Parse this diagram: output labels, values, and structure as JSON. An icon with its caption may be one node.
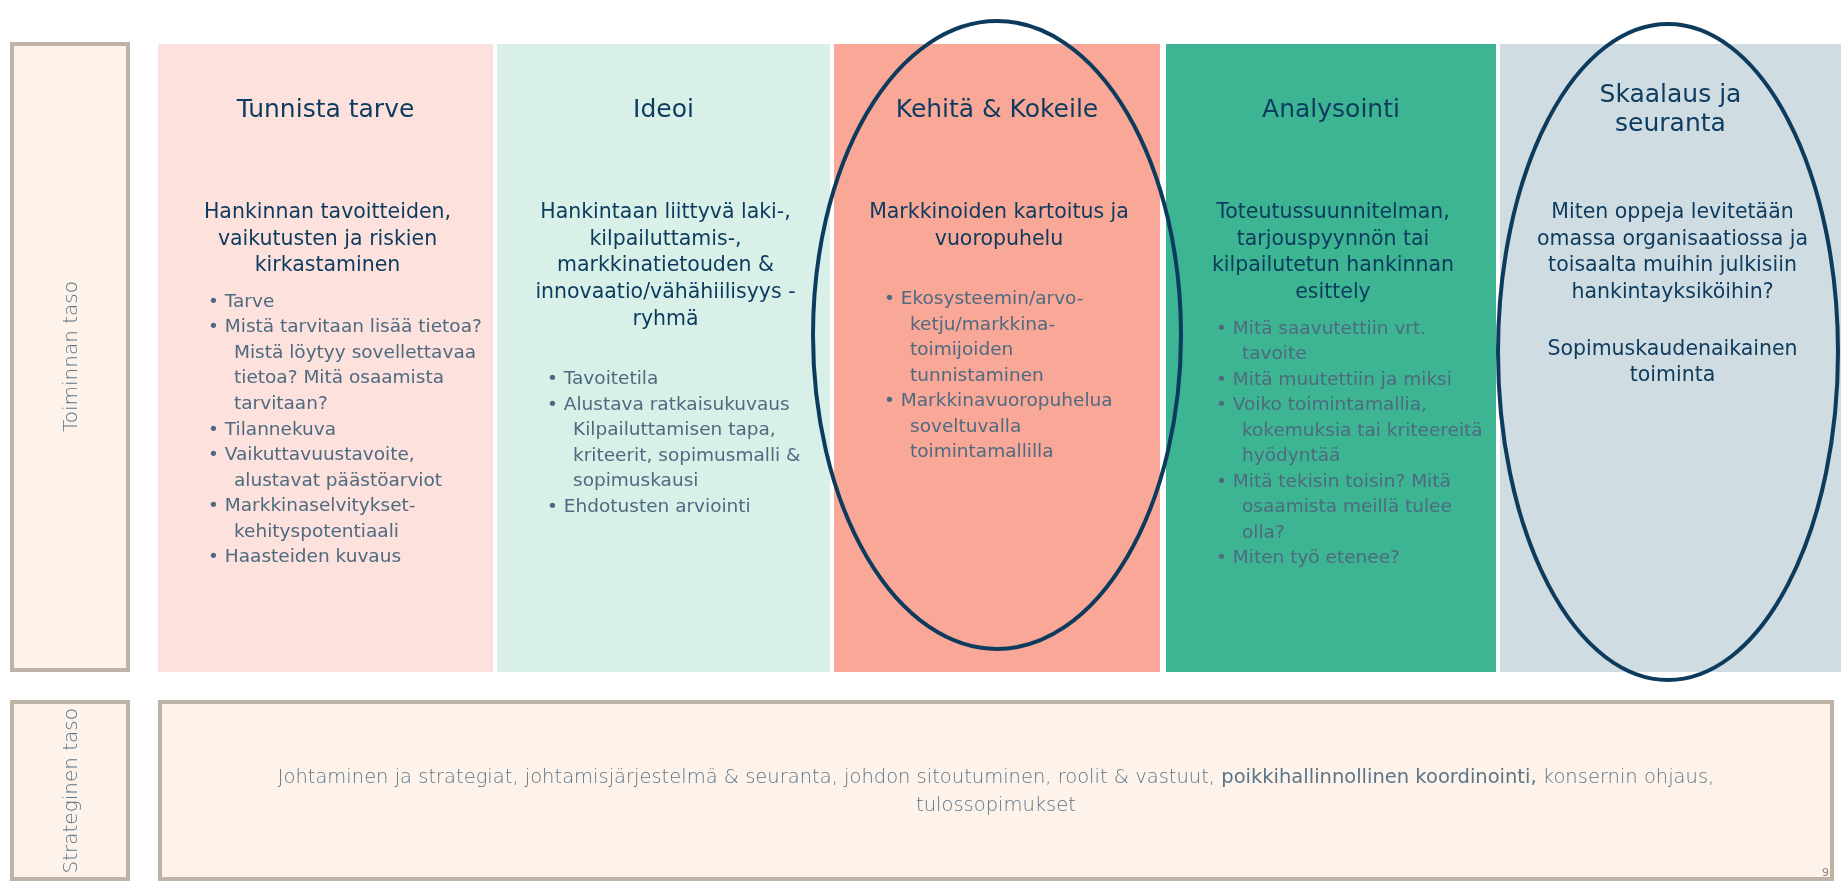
{
  "diagram": {
    "nodes": [
      {
        "text": [
          "Toiminnan taso"
        ]
      },
      {
        "text": [
          "Tunnista tarve"
        ]
      },
      {
        "text": [
          "Hankinnan tavoitteiden, vaikutusten ja riskien kirkastaminen",
          "• Tarve",
          "• Mistä tarvitaan lisää tietoa? Mistä löytyy sovellettavaa tietoa? Mitä osaamista tarvitaan?",
          "• Tilannekuva",
          "• Vaikuttavuustavoite, alustavat päästöarviot",
          "• Markkinaselvitykset-kehityspotentiaali",
          "• Haasteiden kuvaus"
        ]
      },
      {
        "text": [
          "Ideoi"
        ]
      },
      {
        "text": [
          "Hankintaan liittyvä laki-, kilpailuttamis-, markkinatietouden & innovaatio/vähähiilisyys -ryhmä",
          "• Tavoitetila",
          "• Alustava ratkaisukuvaus Kilpailuttamisen tapa, kriteerit, sopimusmalli & sopimuskausi",
          "• Ehdotusten arviointi"
        ]
      },
      {
        "text": [
          "Kehitä & Kokeile"
        ]
      },
      {
        "text": [
          "Markkinoiden kartoitus ja vuoropuhelu",
          "• Ekosysteemin/arvo-ketju/markkina-toimijoiden tunnistaminen",
          "• Markkinavuoropuhelua soveltuvalla toimintamallilla"
        ]
      },
      {
        "text": [
          "Analysointi"
        ]
      },
      {
        "text": [
          "Toteutussuunnitelman, tarjouspyynnön tai kilpailutetun hankinnan esittely",
          "• Mitä saavutettiin vrt. tavoite",
          "• Mitä muutettiin ja miksi",
          "• Voiko toimintamallia, kokemuksia tai kriteereitä hyödyntää",
          "• Mitä tekisin toisin? Mitä osaamista meillä tulee olla?",
          "• Miten työ etenee?"
        ]
      },
      {
        "text": [
          "Skaalaus ja seuranta"
        ]
      },
      {
        "text": [
          "Miten oppeja levitetään omassa organisaatiossa ja toisaalta muihin julkisiin hankintayksiköihin?",
          "Sopimuskaudenaikainen toiminta"
        ]
      },
      {
        "text": [
          "Strateginen taso"
        ]
      },
      {
        "text": [
          "Johtaminen ja strategiat, johtamisjärjestelmä & seuranta, johdon sitoutuminen, roolit & vastuut, **poikkihallinnollinen koordinointi,** konsernin ohjaus, tulossopimukset"
        ]
      }
    ],
    "edges": [],
    "labels": [
      "9"
    ]
  }
}
